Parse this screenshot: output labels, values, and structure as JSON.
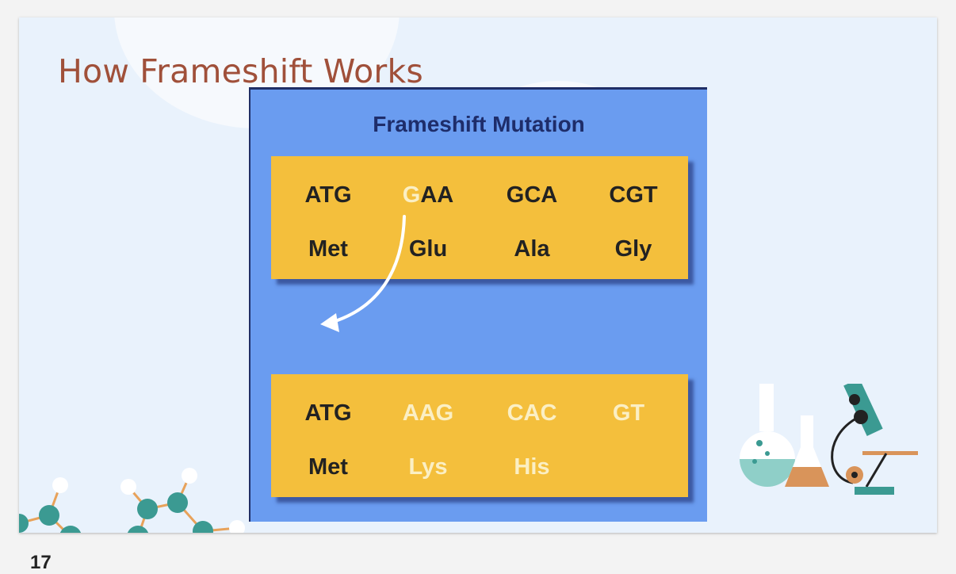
{
  "slide": {
    "title": "How Frameshift Works",
    "page_number": "17"
  },
  "figure": {
    "title": "Frameshift Mutation",
    "original": {
      "codons": [
        "ATG",
        "GAA",
        "GCA",
        "CGT"
      ],
      "inserted_base": "G",
      "codon2_rest": "AA",
      "amino_acids": [
        "Met",
        "Glu",
        "Ala",
        "Gly"
      ]
    },
    "mutated": {
      "codons": [
        "ATG",
        "AAG",
        "CAC",
        "GT"
      ],
      "amino_acids": [
        "Met",
        "Lys",
        "His"
      ]
    }
  },
  "colors": {
    "title": "#a0503a",
    "figure_background": "#6a9cf0",
    "box": "#f4bf3c",
    "figure_title": "#1e2d6a",
    "shifted_text": "#fbefc4",
    "molecule": "#3b9a92"
  },
  "icons": [
    "molecule-decoration",
    "lab-flask-icon",
    "microscope-icon",
    "curved-arrow-icon"
  ]
}
